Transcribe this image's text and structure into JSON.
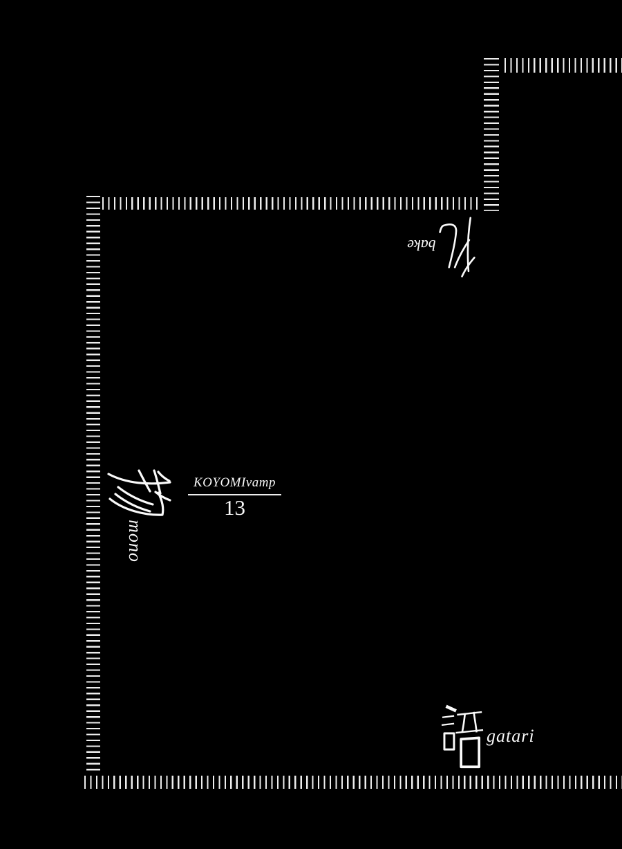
{
  "page": {
    "background_color": "#000000",
    "ink_color": "#ededed",
    "text_color": "#f8f8f8"
  },
  "title": {
    "bake": {
      "kanji": "化",
      "romaji": "bake"
    },
    "mono": {
      "kanji": "物",
      "romaji": "mono"
    },
    "gatari": {
      "kanji": "語",
      "romaji": "gatari"
    }
  },
  "chapter": {
    "series": "KOYOMIvamp",
    "number": "13"
  }
}
